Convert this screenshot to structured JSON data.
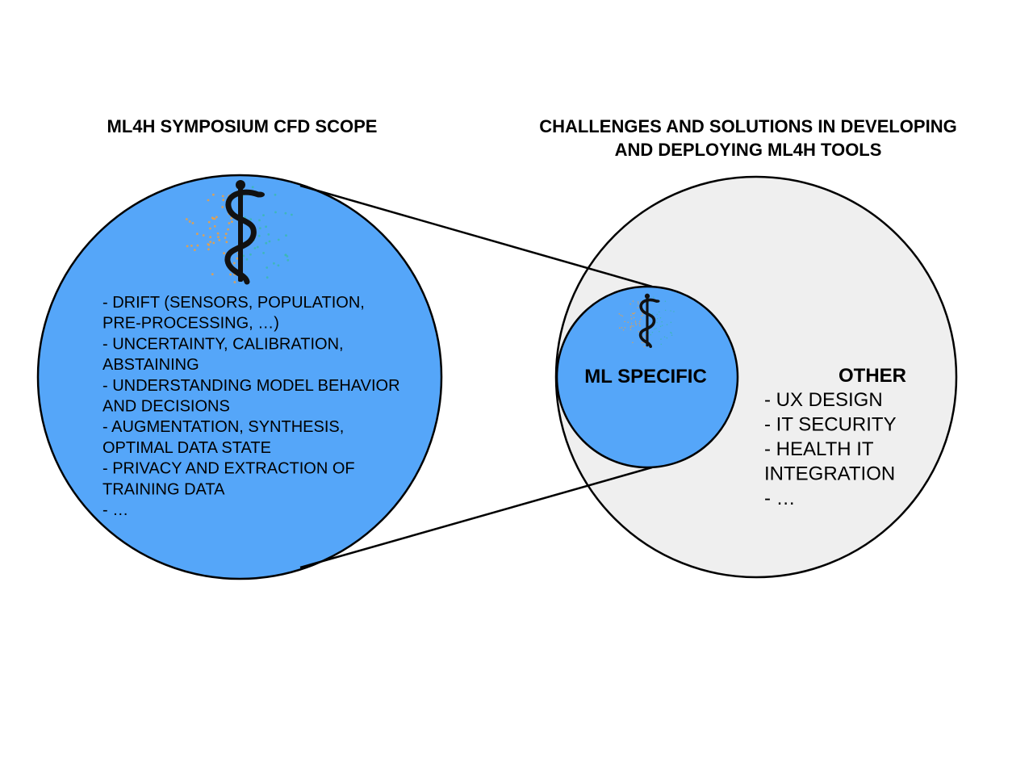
{
  "left_title": "ML4H SYMPOSIUM CFD SCOPE",
  "right_title_line1": "CHALLENGES AND SOLUTIONS IN DEVELOPING",
  "right_title_line2": "AND DEPLOYING ML4H TOOLS",
  "scope_items": [
    "- DRIFT (SENSORS, POPULATION,",
    "PRE-PROCESSING, …)",
    "- UNCERTAINTY, CALIBRATION,",
    "ABSTAINING",
    "- UNDERSTANDING MODEL BEHAVIOR",
    "AND DECISIONS",
    "- AUGMENTATION, SYNTHESIS,",
    "OPTIMAL DATA STATE",
    "- PRIVACY AND EXTRACTION OF",
    "TRAINING DATA",
    "- …"
  ],
  "ml_specific_label": "ML SPECIFIC",
  "other_label": "OTHER",
  "other_items": [
    "- UX DESIGN",
    "- IT SECURITY",
    "- HEALTH IT",
    "INTEGRATION",
    "- …"
  ],
  "colors": {
    "scope_fill": "#55a6f9",
    "outer_fill": "#efefef",
    "stroke": "#000000",
    "dot_orange": "#f0a040",
    "dot_teal": "#3cb8b0"
  },
  "icons": [
    "caduceus-icon",
    "caduceus-icon"
  ]
}
